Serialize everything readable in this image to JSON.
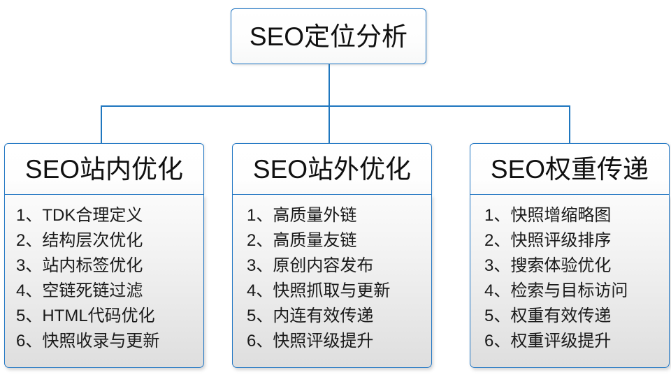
{
  "diagram": {
    "root": {
      "title": "SEO定位分析"
    },
    "branches": [
      {
        "header": "SEO站内优化",
        "items": [
          "1、TDK合理定义",
          "2、结构层次优化",
          "3、站内标签优化",
          "4、空链死链过滤",
          "5、HTML代码优化",
          "6、快照收录与更新"
        ]
      },
      {
        "header": "SEO站外优化",
        "items": [
          "1、高质量外链",
          "2、高质量友链",
          "3、原创内容发布",
          "4、快照抓取与更新",
          "5、内连有效传递",
          "6、快照评级提升"
        ]
      },
      {
        "header": "SEO权重传递",
        "items": [
          "1、快照增缩略图",
          "2、快照评级排序",
          "3、搜索体验优化",
          "4、检索与目标访问",
          "5、权重有效传递",
          "6、权重评级提升"
        ]
      }
    ],
    "colors": {
      "border": "#2277c4",
      "connector": "#1f77bf",
      "text": "#101010",
      "background": "#ffffff"
    }
  }
}
